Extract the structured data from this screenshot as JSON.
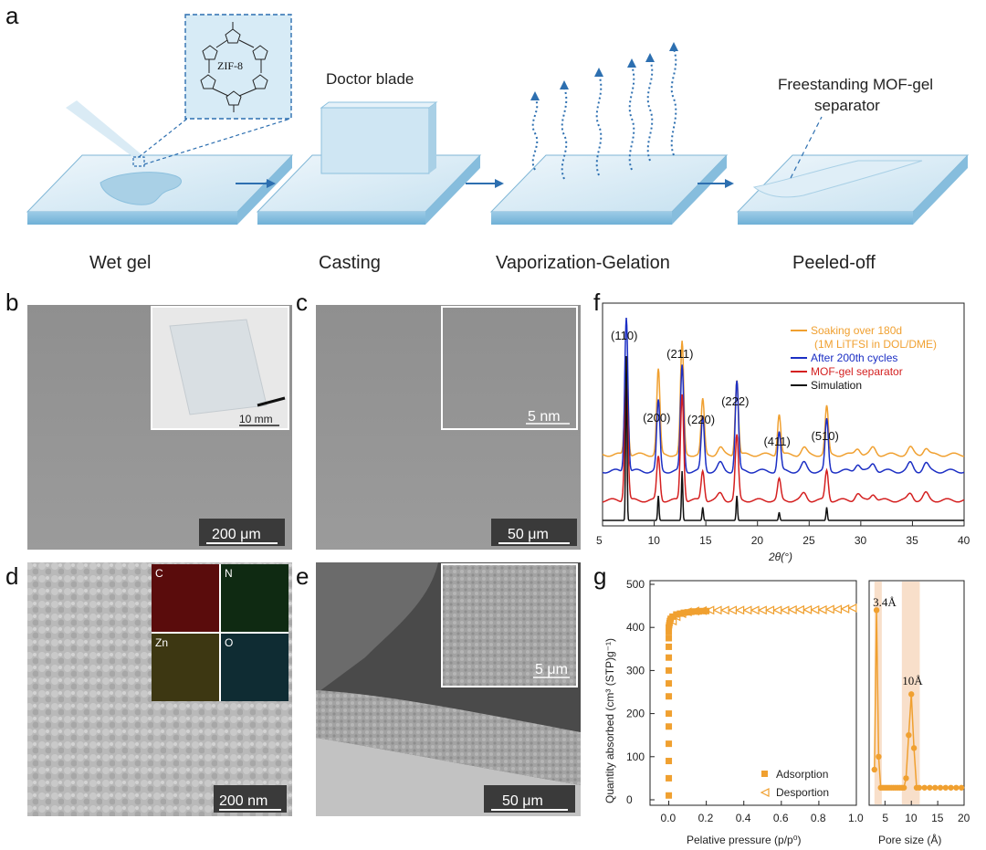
{
  "panels": {
    "a": "a",
    "b": "b",
    "c": "c",
    "d": "d",
    "e": "e",
    "f": "f",
    "g": "g"
  },
  "schematic": {
    "inset_label": "ZIF-8",
    "doctor_blade": "Doctor blade",
    "freestanding_line1": "Freestanding MOF-gel",
    "freestanding_line2": "separator",
    "steps": [
      "Wet gel",
      "Casting",
      "Vaporization-Gelation",
      "Peeled-off"
    ]
  },
  "micrographs": {
    "b_scale": "200 μm",
    "b_inset_scale": "10 mm",
    "c_scale": "50 μm",
    "c_inset_scale": "5 nm",
    "d_scale": "200 nm",
    "d_eds": [
      "C",
      "N",
      "Zn",
      "O"
    ],
    "e_scale": "50 μm",
    "e_inset_scale": "5 μm"
  },
  "chart_data": [
    {
      "type": "line",
      "panel": "f",
      "xlabel": "2θ(°)",
      "ylabel": "",
      "xlim": [
        5,
        40
      ],
      "xticks": [
        5,
        10,
        15,
        20,
        25,
        30,
        35,
        40
      ],
      "peaks": [
        {
          "label": "(110)",
          "x": 7.3
        },
        {
          "label": "(200)",
          "x": 10.4
        },
        {
          "label": "(211)",
          "x": 12.7
        },
        {
          "label": "(220)",
          "x": 14.7
        },
        {
          "label": "(222)",
          "x": 18.0
        },
        {
          "label": "(411)",
          "x": 22.1
        },
        {
          "label": "(510)",
          "x": 26.7
        }
      ],
      "series": [
        {
          "name": "Soaking over 180d",
          "name_line2": "(1M LiTFSI in DOL/DME)",
          "color": "#f0a030",
          "peak_heights": [
            0.72,
            0.62,
            0.82,
            0.4,
            0.55,
            0.3,
            0.35
          ]
        },
        {
          "name": "After 200th cycles",
          "color": "#1c2fc4",
          "peak_heights": [
            1.0,
            0.45,
            0.68,
            0.35,
            0.58,
            0.25,
            0.33
          ]
        },
        {
          "name": "MOF-gel separator",
          "color": "#d42020",
          "peak_heights": [
            0.85,
            0.32,
            0.78,
            0.22,
            0.47,
            0.15,
            0.22
          ]
        },
        {
          "name": "Simulation",
          "color": "#111111",
          "peak_heights": [
            1.0,
            0.15,
            0.3,
            0.08,
            0.15,
            0.05,
            0.08
          ]
        }
      ]
    },
    {
      "type": "scatter",
      "panel": "g-left",
      "xlabel": "Pelative pressure (p/p⁰)",
      "ylabel": "Quantity absorbed (cm³ (STP)g⁻¹)",
      "xlim": [
        -0.1,
        1.0
      ],
      "ylim": [
        0,
        500
      ],
      "xticks": [
        0.0,
        0.2,
        0.4,
        0.6,
        0.8,
        1.0
      ],
      "yticks": [
        0,
        100,
        200,
        300,
        400,
        500
      ],
      "series": [
        {
          "name": "Adsorption",
          "marker": "filled-square",
          "color": "#f0a030",
          "x": [
            0.0,
            0.0,
            0.0,
            0.0,
            0.0,
            0.0,
            0.0,
            0.0,
            0.0,
            0.0,
            0.0,
            0.0,
            0.0,
            0.0,
            0.002,
            0.004,
            0.006,
            0.01,
            0.02,
            0.04,
            0.06,
            0.08,
            0.1,
            0.12,
            0.14,
            0.16,
            0.18,
            0.2
          ],
          "y": [
            10,
            50,
            90,
            130,
            170,
            200,
            240,
            270,
            300,
            330,
            355,
            375,
            390,
            400,
            405,
            410,
            415,
            420,
            425,
            430,
            432,
            434,
            435,
            436,
            437,
            437,
            438,
            438
          ]
        },
        {
          "name": "Desportion",
          "marker": "open-triangle-left",
          "color": "#f0a030",
          "x": [
            0.98,
            0.94,
            0.9,
            0.86,
            0.82,
            0.78,
            0.74,
            0.7,
            0.66,
            0.62,
            0.58,
            0.54,
            0.5,
            0.46,
            0.42,
            0.38,
            0.34,
            0.3,
            0.26,
            0.22,
            0.18,
            0.14,
            0.1,
            0.07,
            0.04,
            0.02
          ],
          "y": [
            445,
            443,
            442,
            442,
            441,
            441,
            441,
            441,
            441,
            440,
            440,
            440,
            440,
            440,
            440,
            440,
            440,
            440,
            440,
            440,
            439,
            438,
            436,
            432,
            425,
            415
          ]
        }
      ],
      "legend": "bottom-right"
    },
    {
      "type": "line",
      "panel": "g-right",
      "xlabel": "Pore size (Å)",
      "xlim": [
        2,
        20
      ],
      "xticks": [
        5,
        10,
        15,
        20
      ],
      "color": "#f0a030",
      "x": [
        3.0,
        3.4,
        3.8,
        4.2,
        4.6,
        5.0,
        5.4,
        5.8,
        6.2,
        6.6,
        7.0,
        7.4,
        7.8,
        8.2,
        8.6,
        9.0,
        9.5,
        10.0,
        10.5,
        11.0,
        11.5,
        12.5,
        13.5,
        14.5,
        15.5,
        16.5,
        17.5,
        18.5,
        19.5
      ],
      "y": [
        70,
        440,
        100,
        28,
        28,
        28,
        28,
        28,
        28,
        28,
        28,
        28,
        28,
        28,
        28,
        50,
        150,
        245,
        120,
        28,
        28,
        28,
        28,
        28,
        28,
        28,
        28,
        28,
        28
      ],
      "annotations": [
        {
          "text": "3.4Å",
          "x": 3.4
        },
        {
          "text": "10Å",
          "x": 10.0
        }
      ],
      "bands": [
        [
          3.0,
          4.4
        ],
        [
          8.2,
          11.6
        ]
      ]
    }
  ]
}
